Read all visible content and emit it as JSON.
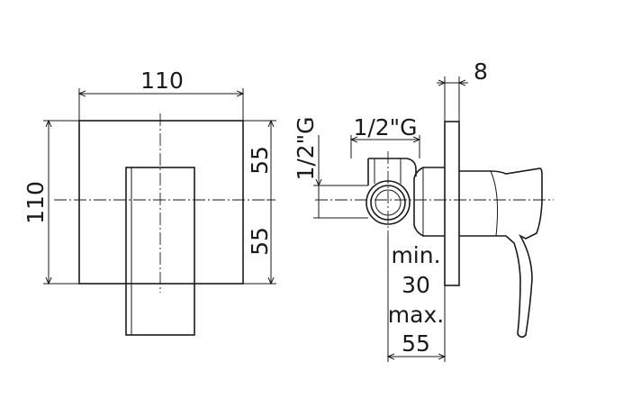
{
  "front_view": {
    "width_dim": "110",
    "height_dim": "110",
    "upper_half_dim": "55",
    "lower_half_dim": "55"
  },
  "side_view": {
    "plate_thickness_dim": "8",
    "inlet_thread_dim": "1/2\"G",
    "outlet_thread_dim": "1/2\"G",
    "depth_min_label": "min.",
    "depth_min_value": "30",
    "depth_max_label": "max.",
    "depth_max_value": "55"
  }
}
